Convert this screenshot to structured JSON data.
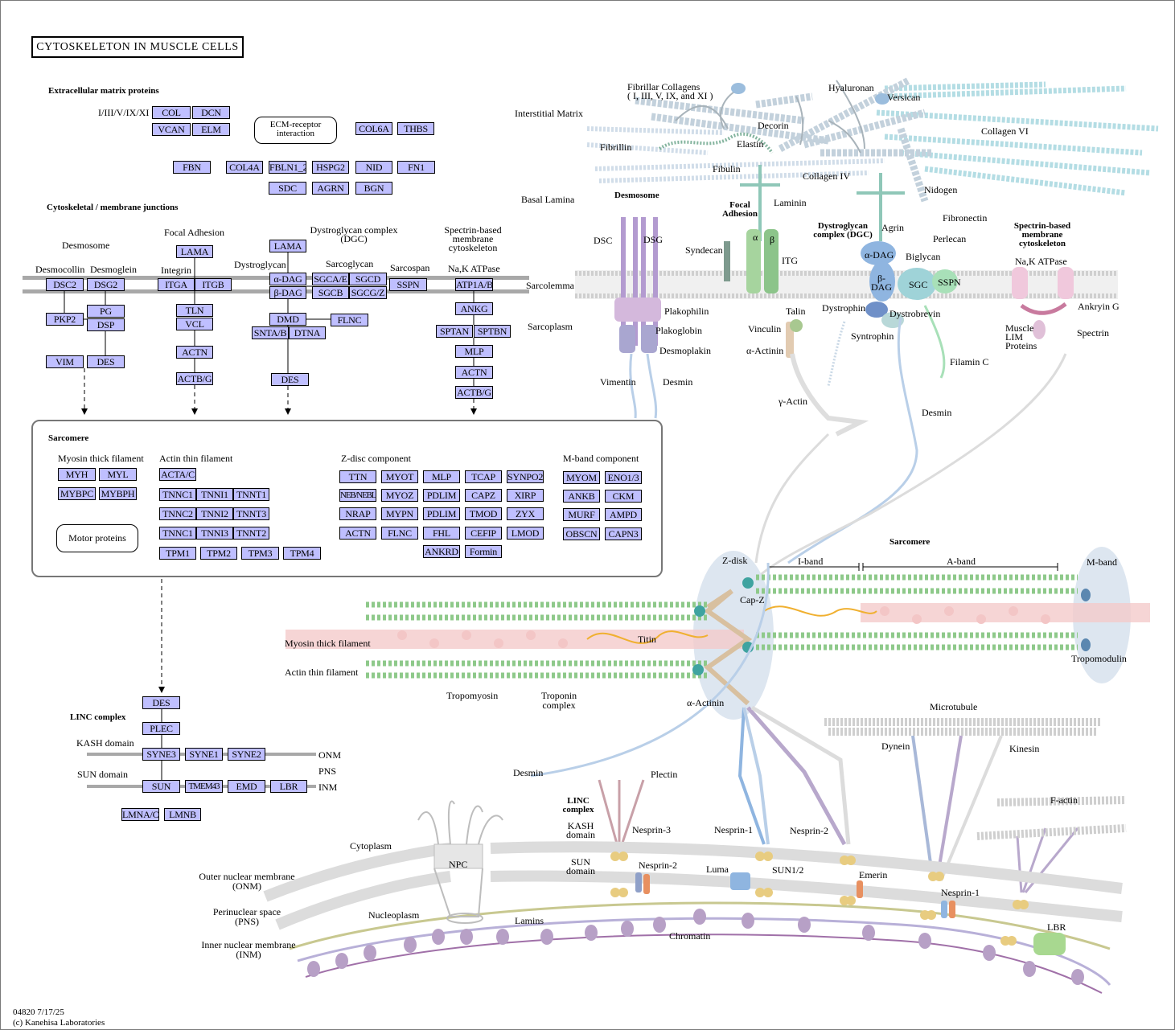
{
  "title": "CYTOSKELETON IN MUSCLE CELLS",
  "footer": {
    "id": "04820 7/17/25",
    "copyright": "(c) Kanehisa Laboratories"
  },
  "sections": {
    "ecm": "Extracellular matrix proteins",
    "ecm_collagen_types": "I/III/V/IX/XI",
    "ecm_receptor": "ECM-receptor interaction",
    "junctions": "Cytoskeletal / membrane junctions",
    "desmosome": "Desmosome",
    "desmocollin": "Desmocollin",
    "desmoglein": "Desmoglein",
    "focal_adhesion": "Focal Adhesion",
    "integrin": "Integrin",
    "dgc": "Dystroglycan complex (DGC)",
    "dystroglycan": "Dystroglycan",
    "sarcoglycan": "Sarcoglycan",
    "sarcospan": "Sarcospan",
    "spectrin": "Spectrin-based membrane cytoskeleton",
    "nak": "Na,K ATPase",
    "sarcomere": "Sarcomere",
    "myosin_thick": "Myosin thick filament",
    "actin_thin": "Actin thin filament",
    "zdisc": "Z-disc component",
    "mband": "M-band component",
    "motor": "Motor proteins",
    "linc": "LINC complex",
    "kash": "KASH domain",
    "sun": "SUN domain",
    "onm": "ONM",
    "pns": "PNS",
    "inm": "INM"
  },
  "genes": {
    "col": "COL",
    "dcn": "DCN",
    "vcan": "VCAN",
    "elm": "ELM",
    "col6a": "COL6A",
    "thbs": "THBS",
    "fbn": "FBN",
    "col4a": "COL4A",
    "fbln1": "FBLN1_2",
    "hspg2": "HSPG2",
    "nid": "NID",
    "fn1": "FN1",
    "sdc": "SDC",
    "agrn": "AGRN",
    "bgn": "BGN",
    "dsc2": "DSC2",
    "dsg2": "DSG2",
    "pkp2": "PKP2",
    "pg": "PG",
    "dsp": "DSP",
    "vim": "VIM",
    "des1": "DES",
    "lama1": "LAMA",
    "itga": "ITGA",
    "itgb": "ITGB",
    "tln": "TLN",
    "vcl": "VCL",
    "actn1": "ACTN",
    "actbg1": "ACTB/G",
    "lama2": "LAMA",
    "adag": "α-DAG",
    "bdag": "β-DAG",
    "sgcae": "SGCA/E",
    "sgcd": "SGCD",
    "sgcb": "SGCB",
    "sgcgz": "SGCG/Z",
    "sspn": "SSPN",
    "dmd": "DMD",
    "sntab": "SNTA/B",
    "dtna": "DTNA",
    "flnc1": "FLNC",
    "des2": "DES",
    "atp1ab": "ATP1A/B",
    "ankg": "ANKG",
    "sptan": "SPTAN",
    "sptbn": "SPTBN",
    "mlp1": "MLP",
    "actn2": "ACTN",
    "actbg2": "ACTB/G",
    "myh": "MYH",
    "myl": "MYL",
    "mybpc": "MYBPC",
    "mybph": "MYBPH",
    "actac": "ACTA/C",
    "tnnc1a": "TNNC1",
    "tnni1": "TNNI1",
    "tnnt1": "TNNT1",
    "tnnc2": "TNNC2",
    "tnni2": "TNNI2",
    "tnnt3": "TNNT3",
    "tnnc1b": "TNNC1",
    "tnni3": "TNNI3",
    "tnnt2": "TNNT2",
    "tpm1": "TPM1",
    "tpm2": "TPM2",
    "tpm3": "TPM3",
    "tpm4": "TPM4",
    "ttn": "TTN",
    "myot": "MYOT",
    "mlp2": "MLP",
    "tcap": "TCAP",
    "synpo2": "SYNPO2",
    "neb": "NEB/NEBL",
    "myoz": "MYOZ",
    "pdlim1": "PDLIM",
    "capz": "CAPZ",
    "xirp": "XIRP",
    "nrap": "NRAP",
    "mypn": "MYPN",
    "pdlim2": "PDLIM",
    "tmod": "TMOD",
    "zyx": "ZYX",
    "actn3": "ACTN",
    "flnc2": "FLNC",
    "fhl": "FHL",
    "cefip": "CEFIP",
    "lmod": "LMOD",
    "ankrd": "ANKRD",
    "formin": "Formin",
    "myom": "MYOM",
    "eno13": "ENO1/3",
    "ankb": "ANKB",
    "ckm": "CKM",
    "murf": "MURF",
    "ampd": "AMPD",
    "obscn": "OBSCN",
    "capn3": "CAPN3",
    "des3": "DES",
    "plec": "PLEC",
    "syne3": "SYNE3",
    "syne1": "SYNE1",
    "syne2": "SYNE2",
    "sun": "SUN",
    "tmem43": "TMEM43",
    "emd": "EMD",
    "lbr": "LBR",
    "lmnac": "LMNA/C",
    "lmnb": "LMNB"
  },
  "illustration": {
    "interstitial_matrix": "Interstitial Matrix",
    "fibrillar_collagens": "Fibrillar Collagens",
    "fibrillar_types": "( I, III, V, IX, and XI )",
    "hyaluronan": "Hyaluronan",
    "versican": "Versican",
    "decorin": "Decorin",
    "elastin": "Elastin",
    "collagen6": "Collagen VI",
    "fibrillin": "Fibrillin",
    "fibulin": "Fibulin",
    "collagen4": "Collagen IV",
    "nidogen": "Nidogen",
    "basal_lamina": "Basal Lamina",
    "desmosome": "Desmosome",
    "focal_adhesion": "Focal Adhesion",
    "laminin": "Laminin",
    "dgc": "Dystroglycan complex (DGC)",
    "agrin": "Agrin",
    "fibronectin": "Fibronectin",
    "spectrin_cyto": "Spectrin-based membrane cytoskeleton",
    "dsc": "DSC",
    "dsg": "DSG",
    "syndecan": "Syndecan",
    "alpha": "α",
    "beta": "β",
    "itg": "ITG",
    "adag": "α-DAG",
    "biglycan": "Biglycan",
    "perlecan": "Perlecan",
    "nak": "Na,K ATPase",
    "bdag": "β-DAG",
    "sgc": "SGC",
    "sspn": "SSPN",
    "sarcolemma": "Sarcolemma",
    "sarcoplasm": "Sarcoplasm",
    "plakophilin": "Plakophilin",
    "plakoglobin": "Plakoglobin",
    "desmoplakin": "Desmoplakin",
    "talin": "Talin",
    "vinculin": "Vinculin",
    "a_actinin1": "α-Actinin",
    "dystrophin": "Dystrophin",
    "dystrobrevin": "Dystrobrevin",
    "syntrophin": "Syntrophin",
    "ankyrin_g": "Ankryin G",
    "muscle_lim": "Muscle LIM Proteins",
    "spectrin": "Spectrin",
    "filamin_c": "Filamin C",
    "vimentin": "Vimentin",
    "desmin1": "Desmin",
    "g_actin": "γ-Actin",
    "desmin2": "Desmin",
    "sarcomere": "Sarcomere",
    "zdisk": "Z-disk",
    "iband": "I-band",
    "aband": "A-band",
    "mband": "M-band",
    "capz": "Cap-Z",
    "titin": "Titin",
    "myosin_thick": "Myosin thick filament",
    "actin_thin": "Actin thin filament",
    "tropomodulin": "Tropomodulin",
    "tropomyosin": "Tropomyosin",
    "troponin": "Troponin complex",
    "a_actinin2": "α-Actinin",
    "microtubule": "Microtubule",
    "dynein": "Dynein",
    "kinesin": "Kinesin",
    "desmin3": "Desmin",
    "plectin": "Plectin",
    "factin": "F-actin",
    "linc": "LINC complex",
    "kash": "KASH domain",
    "nesprin3": "Nesprin-3",
    "nesprin1a": "Nesprin-1",
    "nesprin2a": "Nesprin-2",
    "cytoplasm": "Cytoplasm",
    "npc": "NPC",
    "sun_domain": "SUN domain",
    "nesprin2b": "Nesprin-2",
    "luma": "Luma",
    "sun12": "SUN1/2",
    "emerin": "Emerin",
    "onm": "Outer nuclear membrane (ONM)",
    "pns": "Perinuclear space (PNS)",
    "inm": "Inner nuclear membrane (INM)",
    "nucleoplasm": "Nucleoplasm",
    "lamins": "Lamins",
    "chromatin": "Chromatin",
    "nesprin1b": "Nesprin-1",
    "lbr": "LBR"
  },
  "colors": {
    "gene_fill": "#bfbfff",
    "membrane": "#a8a8a8",
    "desmin": "#b9cfe8",
    "focal": "#8cc48a",
    "dgc": "#8fb5e0",
    "sgc": "#9fd3d8",
    "desmosome": "#b39bd0",
    "ankyrin": "#d8a0c0",
    "collagen6": "#a8d8e0",
    "titin": "#f0b030",
    "myosin": "#f4c0c0",
    "actin": "#8ec98a",
    "nuclear": "#dcdcdc"
  }
}
